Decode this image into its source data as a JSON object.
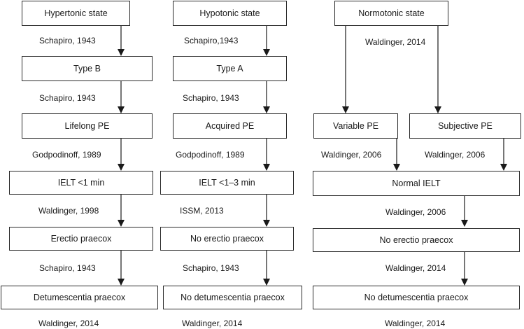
{
  "columns": [
    {
      "boxes": [
        "Hypertonic state",
        "Type B",
        "Lifelong PE",
        "IELT <1 min",
        "Erectio praecox",
        "Detumescentia praecox"
      ],
      "labels": [
        "Schapiro, 1943",
        "Schapiro, 1943",
        "Godpodinoff, 1989",
        "Waldinger, 1998",
        "Schapiro, 1943",
        "Waldinger, 2014"
      ]
    },
    {
      "boxes": [
        "Hypotonic state",
        "Type A",
        "Acquired PE",
        "IELT <1–3 min",
        "No erectio praecox",
        "No detumescentia praecox"
      ],
      "labels": [
        "Schapiro,1943",
        "Schapiro, 1943",
        "Godpodinoff, 1989",
        "ISSM, 2013",
        "Schapiro, 1943",
        "Waldinger, 2014"
      ]
    },
    {
      "boxes": [
        "Normotonic state",
        "Variable PE",
        "Subjective PE",
        "Normal IELT",
        "No erectio praecox",
        "No detumescentia praecox"
      ],
      "labels": [
        "Waldinger, 2014",
        "Waldinger, 2006",
        "Waldinger, 2006",
        "Waldinger, 2006",
        "Waldinger, 2014",
        "Waldinger, 2014"
      ]
    }
  ]
}
